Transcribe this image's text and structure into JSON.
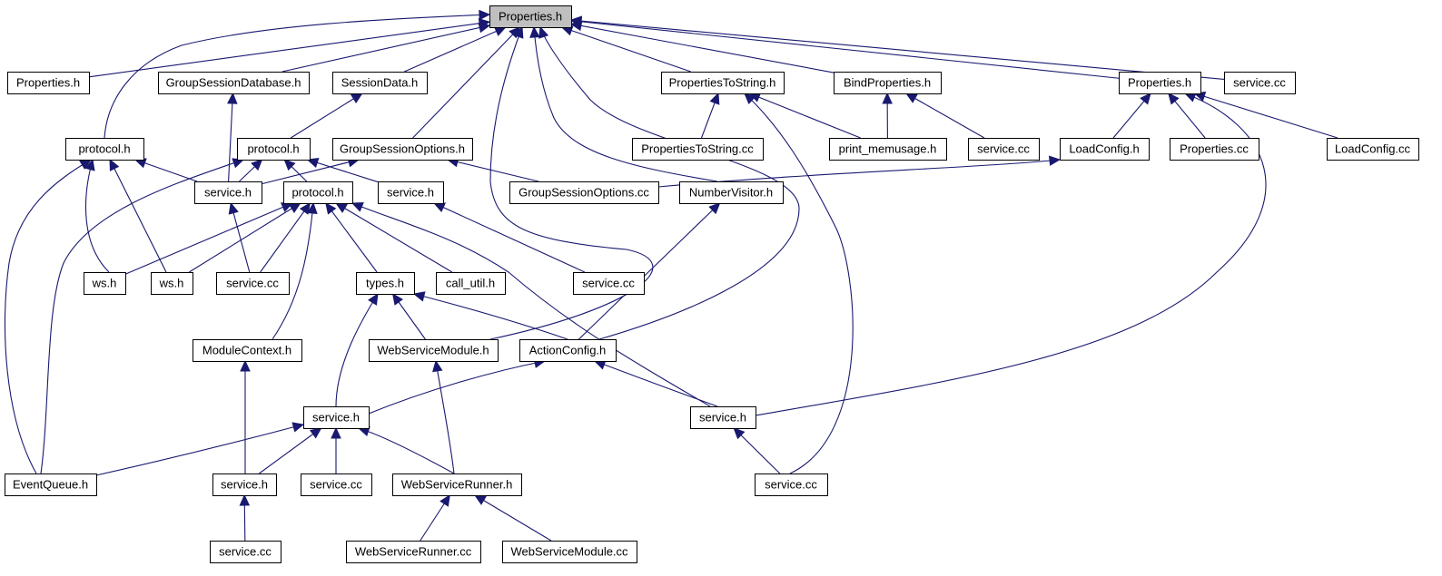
{
  "diagram": {
    "type": "include-dependency-graph",
    "colors": {
      "edge": "#191970",
      "node_border": "#000000",
      "node_fill": "#ffffff",
      "root_fill": "#bfbfbf"
    },
    "nodes": [
      {
        "id": "root",
        "label": "Properties.h",
        "root": true
      },
      {
        "id": "props_h2",
        "label": "Properties.h"
      },
      {
        "id": "gsdb_h",
        "label": "GroupSessionDatabase.h"
      },
      {
        "id": "sessiondata_h",
        "label": "SessionData.h"
      },
      {
        "id": "p2s_h",
        "label": "PropertiesToString.h"
      },
      {
        "id": "bindprops_h",
        "label": "BindProperties.h"
      },
      {
        "id": "props_h3",
        "label": "Properties.h"
      },
      {
        "id": "service_cc_top",
        "label": "service.cc"
      },
      {
        "id": "protocol_h1",
        "label": "protocol.h"
      },
      {
        "id": "protocol_h2",
        "label": "protocol.h"
      },
      {
        "id": "gso_h",
        "label": "GroupSessionOptions.h"
      },
      {
        "id": "p2s_cc",
        "label": "PropertiesToString.cc"
      },
      {
        "id": "print_memusage_h",
        "label": "print_memusage.h"
      },
      {
        "id": "service_cc_bp",
        "label": "service.cc"
      },
      {
        "id": "loadconfig_h",
        "label": "LoadConfig.h"
      },
      {
        "id": "props_cc",
        "label": "Properties.cc"
      },
      {
        "id": "loadconfig_cc",
        "label": "LoadConfig.cc"
      },
      {
        "id": "service_h1",
        "label": "service.h"
      },
      {
        "id": "protocol_h3",
        "label": "protocol.h"
      },
      {
        "id": "service_h2",
        "label": "service.h"
      },
      {
        "id": "gso_cc",
        "label": "GroupSessionOptions.cc"
      },
      {
        "id": "numbervisitor_h",
        "label": "NumberVisitor.h"
      },
      {
        "id": "ws_h1",
        "label": "ws.h"
      },
      {
        "id": "ws_h2",
        "label": "ws.h"
      },
      {
        "id": "service_cc_a",
        "label": "service.cc"
      },
      {
        "id": "types_h",
        "label": "types.h"
      },
      {
        "id": "call_util_h",
        "label": "call_util.h"
      },
      {
        "id": "service_cc_b",
        "label": "service.cc"
      },
      {
        "id": "modulecontext_h",
        "label": "ModuleContext.h"
      },
      {
        "id": "wsm_h",
        "label": "WebServiceModule.h"
      },
      {
        "id": "actionconfig_h",
        "label": "ActionConfig.h"
      },
      {
        "id": "service_h3",
        "label": "service.h"
      },
      {
        "id": "service_h4",
        "label": "service.h"
      },
      {
        "id": "eventqueue_h",
        "label": "EventQueue.h"
      },
      {
        "id": "service_h5",
        "label": "service.h"
      },
      {
        "id": "service_cc_c",
        "label": "service.cc"
      },
      {
        "id": "wsr_h",
        "label": "WebServiceRunner.h"
      },
      {
        "id": "service_cc_d",
        "label": "service.cc"
      },
      {
        "id": "service_cc_e",
        "label": "service.cc"
      },
      {
        "id": "wsr_cc",
        "label": "WebServiceRunner.cc"
      },
      {
        "id": "wsm_cc",
        "label": "WebServiceModule.cc"
      }
    ],
    "edges": [
      {
        "from": "props_h2",
        "to": "root"
      },
      {
        "from": "gsdb_h",
        "to": "root"
      },
      {
        "from": "sessiondata_h",
        "to": "root"
      },
      {
        "from": "p2s_h",
        "to": "root"
      },
      {
        "from": "bindprops_h",
        "to": "root"
      },
      {
        "from": "props_h3",
        "to": "root"
      },
      {
        "from": "service_cc_top",
        "to": "root"
      },
      {
        "from": "protocol_h1",
        "to": "root"
      },
      {
        "from": "gso_h",
        "to": "root"
      },
      {
        "from": "numbervisitor_h",
        "to": "root"
      },
      {
        "from": "actionconfig_h",
        "to": "root"
      },
      {
        "from": "wsm_h",
        "to": "root"
      },
      {
        "from": "service_h1",
        "to": "gsdb_h"
      },
      {
        "from": "protocol_h2",
        "to": "sessiondata_h"
      },
      {
        "from": "p2s_cc",
        "to": "p2s_h"
      },
      {
        "from": "print_memusage_h",
        "to": "p2s_h"
      },
      {
        "from": "service_cc_e",
        "to": "p2s_h"
      },
      {
        "from": "print_memusage_h",
        "to": "bindprops_h"
      },
      {
        "from": "service_cc_bp",
        "to": "bindprops_h"
      },
      {
        "from": "loadconfig_h",
        "to": "props_h3"
      },
      {
        "from": "props_cc",
        "to": "props_h3"
      },
      {
        "from": "loadconfig_cc",
        "to": "props_h3"
      },
      {
        "from": "service_h4",
        "to": "props_h3"
      },
      {
        "from": "gso_cc",
        "to": "loadconfig_h"
      },
      {
        "from": "service_h1",
        "to": "protocol_h1"
      },
      {
        "from": "ws_h1",
        "to": "protocol_h1"
      },
      {
        "from": "ws_h2",
        "to": "protocol_h1"
      },
      {
        "from": "eventqueue_h",
        "to": "protocol_h1"
      },
      {
        "from": "service_h1",
        "to": "protocol_h2"
      },
      {
        "from": "protocol_h3",
        "to": "protocol_h2"
      },
      {
        "from": "service_h2",
        "to": "protocol_h2"
      },
      {
        "from": "eventqueue_h",
        "to": "protocol_h2"
      },
      {
        "from": "service_h1",
        "to": "gso_h"
      },
      {
        "from": "gso_cc",
        "to": "gso_h"
      },
      {
        "from": "service_cc_a",
        "to": "service_h1"
      },
      {
        "from": "ws_h1",
        "to": "protocol_h3"
      },
      {
        "from": "ws_h2",
        "to": "protocol_h3"
      },
      {
        "from": "service_cc_a",
        "to": "protocol_h3"
      },
      {
        "from": "types_h",
        "to": "protocol_h3"
      },
      {
        "from": "call_util_h",
        "to": "protocol_h3"
      },
      {
        "from": "modulecontext_h",
        "to": "protocol_h3"
      },
      {
        "from": "service_h4",
        "to": "protocol_h3"
      },
      {
        "from": "service_cc_b",
        "to": "service_h2"
      },
      {
        "from": "actionconfig_h",
        "to": "numbervisitor_h"
      },
      {
        "from": "service_h3",
        "to": "types_h"
      },
      {
        "from": "wsm_h",
        "to": "types_h"
      },
      {
        "from": "actionconfig_h",
        "to": "types_h"
      },
      {
        "from": "service_h5",
        "to": "modulecontext_h"
      },
      {
        "from": "wsr_h",
        "to": "wsm_h"
      },
      {
        "from": "service_h3",
        "to": "actionconfig_h"
      },
      {
        "from": "service_h4",
        "to": "actionconfig_h"
      },
      {
        "from": "eventqueue_h",
        "to": "service_h3"
      },
      {
        "from": "service_h5",
        "to": "service_h3"
      },
      {
        "from": "service_cc_c",
        "to": "service_h3"
      },
      {
        "from": "wsr_h",
        "to": "service_h3"
      },
      {
        "from": "service_cc_e",
        "to": "service_h4"
      },
      {
        "from": "service_cc_d",
        "to": "service_h5"
      },
      {
        "from": "wsr_cc",
        "to": "wsr_h"
      },
      {
        "from": "wsm_cc",
        "to": "wsr_h"
      }
    ]
  }
}
